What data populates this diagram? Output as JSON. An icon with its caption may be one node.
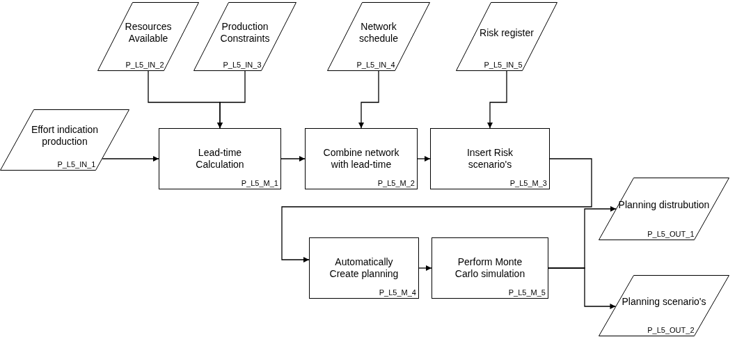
{
  "diagram": {
    "nodes": [
      {
        "text": [
          "Resources Available",
          "P_L5_IN_2"
        ]
      },
      {
        "text": [
          "Production Constraints",
          "P_L5_IN_3"
        ]
      },
      {
        "text": [
          "Network schedule",
          "P_L5_IN_4"
        ]
      },
      {
        "text": [
          "Risk register",
          "P_L5_IN_5"
        ]
      },
      {
        "text": [
          "Effort indication production",
          "P_L5_IN_1"
        ]
      },
      {
        "text": [
          "Lead-time Calculation",
          "P_L5_M_1"
        ]
      },
      {
        "text": [
          "Combine network with lead-time",
          "P_L5_M_2"
        ]
      },
      {
        "text": [
          "Insert Risk scenario's",
          "P_L5_M_3"
        ]
      },
      {
        "text": [
          "Automatically Create planning",
          "P_L5_M_4"
        ]
      },
      {
        "text": [
          "Perform Monte Carlo simulation",
          "P_L5_M_5"
        ]
      },
      {
        "text": [
          "Planning distrubution",
          "P_L5_OUT_1"
        ]
      },
      {
        "text": [
          "Planning scenario's",
          "P_L5_OUT_2"
        ]
      }
    ],
    "edges": [
      {
        "from": 0,
        "to": 5,
        "arrow": "to"
      },
      {
        "from": 1,
        "to": 5,
        "arrow": "to"
      },
      {
        "from": 4,
        "to": 5,
        "arrow": "to"
      },
      {
        "from": 5,
        "to": 6,
        "arrow": "to"
      },
      {
        "from": 2,
        "to": 6,
        "arrow": "to"
      },
      {
        "from": 6,
        "to": 7,
        "arrow": "to"
      },
      {
        "from": 3,
        "to": 7,
        "arrow": "to"
      },
      {
        "from": 7,
        "to": 8,
        "arrow": "to"
      },
      {
        "from": 8,
        "to": 9,
        "arrow": "to"
      },
      {
        "from": 9,
        "to": 10,
        "arrow": "to"
      },
      {
        "from": 9,
        "to": 11,
        "arrow": "to"
      }
    ]
  }
}
